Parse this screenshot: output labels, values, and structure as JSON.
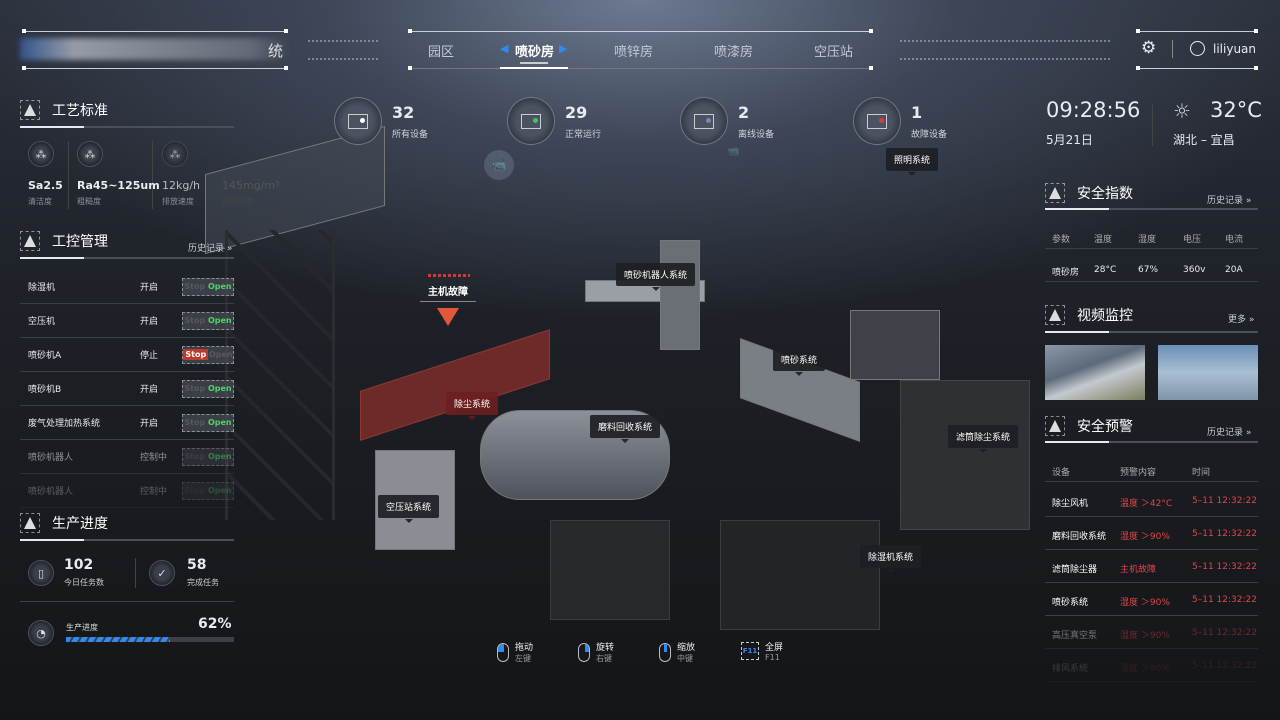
{
  "header": {
    "title": "统",
    "tabs": [
      "园区",
      "喷砂房",
      "喷锌房",
      "喷漆房",
      "空压站"
    ],
    "active_tab": 1,
    "username": "liliyuan",
    "settings_icon": "gear-icon",
    "user_icon": "user-icon"
  },
  "process_standard": {
    "title": "工艺标准",
    "items": [
      {
        "value": "Sa2.5",
        "label": "清洁度"
      },
      {
        "value": "Ra45~125um",
        "label": "粗糙度"
      },
      {
        "value": "12kg/h",
        "label": "排放速度"
      },
      {
        "value": "145mg/m³",
        "label": "排放浓度"
      }
    ]
  },
  "control": {
    "title": "工控管理",
    "history": "历史记录",
    "stop_label": "Stop",
    "open_label": "Open",
    "rows": [
      {
        "name": "除湿机",
        "status": "开启",
        "state": "open"
      },
      {
        "name": "空压机",
        "status": "开启",
        "state": "open"
      },
      {
        "name": "喷砂机A",
        "status": "停止",
        "state": "stop"
      },
      {
        "name": "喷砂机B",
        "status": "开启",
        "state": "open"
      },
      {
        "name": "废气处理加热系统",
        "status": "开启",
        "state": "open"
      },
      {
        "name": "喷砂机器人",
        "status": "控制中",
        "state": "open"
      },
      {
        "name": "喷砂机器人",
        "status": "控制中",
        "state": "open"
      }
    ]
  },
  "production": {
    "title": "生产进度",
    "today_tasks": "102",
    "today_label": "今日任务数",
    "done_tasks": "58",
    "done_label": "完成任务",
    "progress_label": "生产进度",
    "progress_text": "62%",
    "progress": 0.62
  },
  "stats": [
    {
      "value": "32",
      "label": "所有设备",
      "color": "#ffffff"
    },
    {
      "value": "29",
      "label": "正常运行",
      "color": "#3ec75a"
    },
    {
      "value": "2",
      "label": "离线设备",
      "color": "#7a8aa8"
    },
    {
      "value": "1",
      "label": "故障设备",
      "color": "#e0393a"
    }
  ],
  "clock": {
    "time": "09:28:56",
    "date": "5月21日",
    "temp": "32°C",
    "location": "湖北 – 宜昌"
  },
  "safety_index": {
    "title": "安全指数",
    "history": "历史记录",
    "headers": [
      "参数",
      "温度",
      "湿度",
      "电压",
      "电流"
    ],
    "row": [
      "喷砂房",
      "28°C",
      "67%",
      "360v",
      "20A"
    ]
  },
  "video": {
    "title": "视频监控",
    "more": "更多"
  },
  "warnings": {
    "title": "安全预警",
    "history": "历史记录",
    "headers": [
      "设备",
      "预警内容",
      "时间"
    ],
    "rows": [
      [
        "除尘风机",
        "温度 ＞42°C",
        "5–11 12:32:22"
      ],
      [
        "磨料回收系统",
        "湿度 ＞90%",
        "5–11 12:32:22"
      ],
      [
        "滤筒除尘器",
        "主机故障",
        "5–11 12:32:22"
      ],
      [
        "喷砂系统",
        "湿度 ＞90%",
        "5–11 12:32:22"
      ],
      [
        "高压真空泵",
        "湿度 ＞90%",
        "5–11 12:32:22"
      ],
      [
        "排风系统",
        "湿度 ＞90%",
        "5–11 12:32:22"
      ]
    ]
  },
  "scene": {
    "fault": "主机故障",
    "labels": [
      "照明系统",
      "喷砂机器人系统",
      "喷砂系统",
      "除尘系统",
      "磨料回收系统",
      "滤筒除尘系统",
      "空压站系统",
      "除湿机系统"
    ]
  },
  "controls": [
    {
      "action": "拖动",
      "key": "左键"
    },
    {
      "action": "旋转",
      "key": "右键"
    },
    {
      "action": "缩放",
      "key": "中键"
    },
    {
      "action": "全屏",
      "key": "F11"
    }
  ]
}
